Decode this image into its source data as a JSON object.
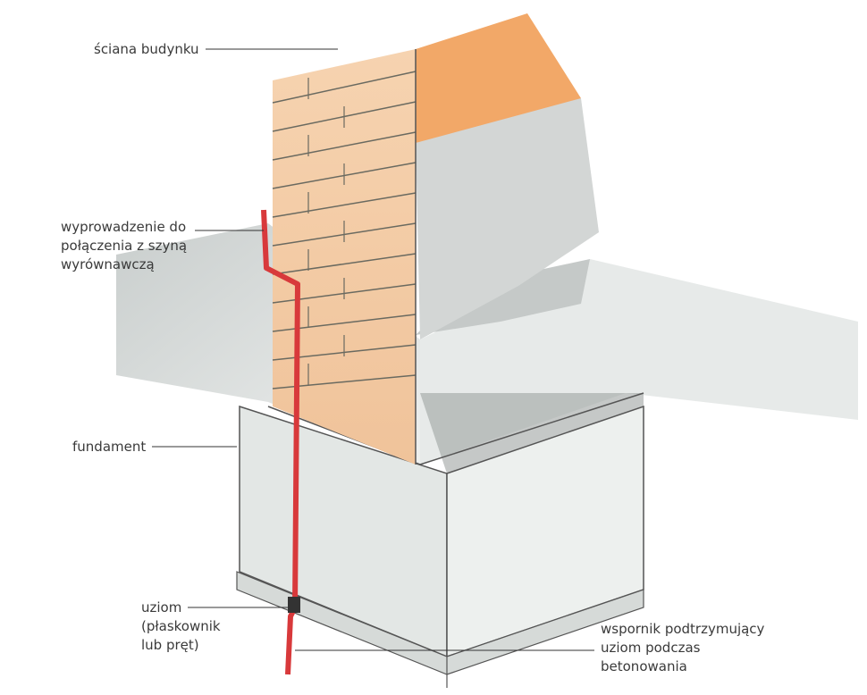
{
  "labels": {
    "wall": "ściana budynku",
    "outlet": [
      "wyprowadzenie do",
      "połączenia z szyną",
      "wyrównawczą"
    ],
    "foundation": "fundament",
    "earth_electrode": [
      "uziom",
      "(płaskownik",
      "lub pręt)"
    ],
    "support": [
      "wspornik podtrzymujący",
      "uziom podczas",
      "betonowania"
    ]
  },
  "colors": {
    "rod": "#d8393b",
    "brick": "#f3c9a0",
    "brick_top": "#f0a060",
    "concrete": "#dfe3e2",
    "shadow": "#b8bcba"
  }
}
